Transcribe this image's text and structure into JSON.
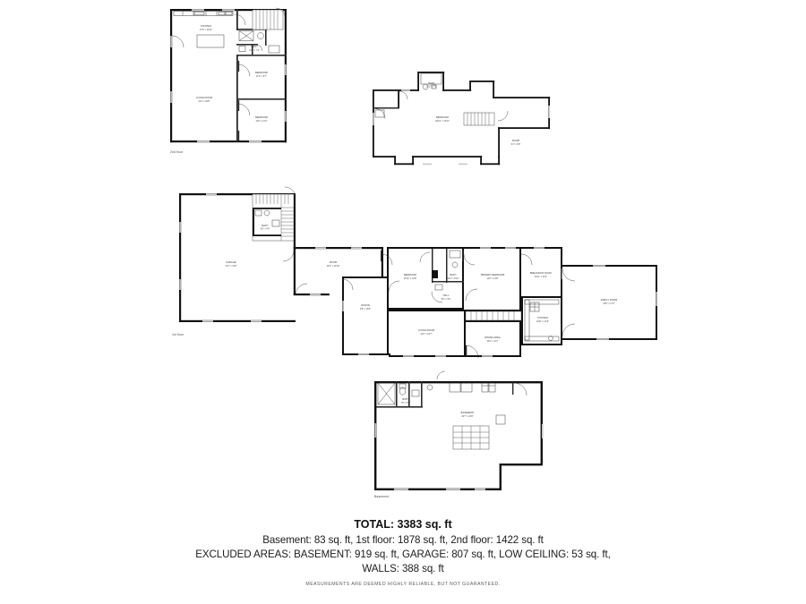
{
  "document": {
    "type": "real-estate-floor-plan",
    "background_color": "#ffffff",
    "wall_color": "#111111",
    "window_color": "#c9c9c9"
  },
  "floors": [
    {
      "id": "second-floor",
      "caption": "2nd floor",
      "rooms": [
        {
          "name": "KITCHEN",
          "dimensions": "17'8\" x 10'11\""
        },
        {
          "name": "BATH",
          "dimensions": "10'1\" x 7'2\""
        },
        {
          "name": "BEDROOM",
          "dimensions": "11'6\" x 8'7\""
        },
        {
          "name": "BEDROOM",
          "dimensions": "11'9\" x 11'4\""
        },
        {
          "name": "LIVING ROOM",
          "dimensions": "13'1\" x 20'8\""
        }
      ]
    },
    {
      "id": "second-floor-wing",
      "caption": "",
      "rooms": [
        {
          "name": "BATH",
          "dimensions": "10'2\" x 7'1\""
        },
        {
          "name": "BEDROOM",
          "dimensions": "40'10\" x 19'11\""
        },
        {
          "name": "ROOM",
          "dimensions": "9'1\" x 6'8\""
        }
      ]
    },
    {
      "id": "first-floor",
      "caption": "1st floor",
      "rooms": [
        {
          "name": "GARAGE",
          "dimensions": "27'2\" x 31'6\""
        },
        {
          "name": "BATH",
          "dimensions": "5'6\" x 4'9\""
        },
        {
          "name": "ROOM",
          "dimensions": "10'0\" x 12'10\""
        },
        {
          "name": "OFFICE",
          "dimensions": "9'8\" x 13'8\""
        },
        {
          "name": "BEDROOM",
          "dimensions": "10'10\" x 12'8\""
        },
        {
          "name": "BATH",
          "dimensions": "10'3\" x 6'10\""
        },
        {
          "name": "HALL",
          "dimensions": "8'0\" x 3'6\""
        },
        {
          "name": "PRIMARY BEDROOM",
          "dimensions": "12'0\" x 12'8\""
        },
        {
          "name": "BREAKFAST NOOK",
          "dimensions": "10'11\" x 11'0\""
        },
        {
          "name": "KITCHEN",
          "dimensions": "10'11\" x 11'0\""
        },
        {
          "name": "LIVING ROOM",
          "dimensions": "14'0\" x 16'7\""
        },
        {
          "name": "DINING AREA",
          "dimensions": "12'0\" x 11'1\""
        },
        {
          "name": "FAMILY ROOM",
          "dimensions": "15'5\" x 17'4\""
        }
      ]
    },
    {
      "id": "basement",
      "caption": "Basement",
      "rooms": [
        {
          "name": "BATH",
          "dimensions": "7'5\" x 5'1\""
        },
        {
          "name": "BASEMENT",
          "dimensions": "40'7\" x 24'0\""
        }
      ]
    }
  ],
  "summary": {
    "total": "TOTAL: 3383 sq. ft",
    "line1": "Basement: 83 sq. ft, 1st floor: 1878 sq. ft, 2nd floor: 1422 sq. ft",
    "line2": "EXCLUDED AREAS: BASEMENT: 919 sq. ft, GARAGE: 807 sq. ft, LOW CEILING: 53 sq. ft,",
    "line3": "WALLS: 388 sq. ft",
    "disclaimer": "MEASUREMENTS ARE DEEMED HIGHLY RELIABLE, BUT NOT GUARANTEED."
  }
}
